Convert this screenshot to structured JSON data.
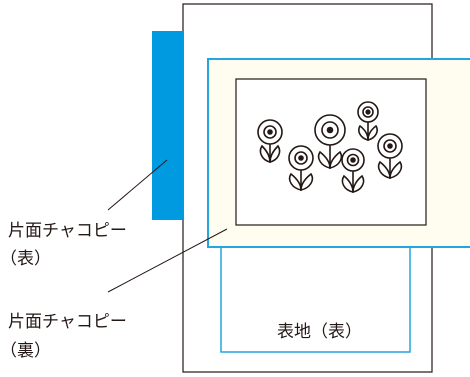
{
  "labels": {
    "front_copy_line1": "片面チャコピー",
    "front_copy_line2": "（表）",
    "back_copy_line1": "片面チャコピー",
    "back_copy_line2": "（裏）",
    "base_fabric": "表地（表）"
  },
  "colors": {
    "outline": "#231815",
    "chaco_front": "#009ae0",
    "chaco_back_fill": "#fffdf0",
    "chaco_back_stroke": "#23a6dd",
    "base_fabric_stroke": "#23a6dd"
  },
  "illustration": "flower-motif"
}
